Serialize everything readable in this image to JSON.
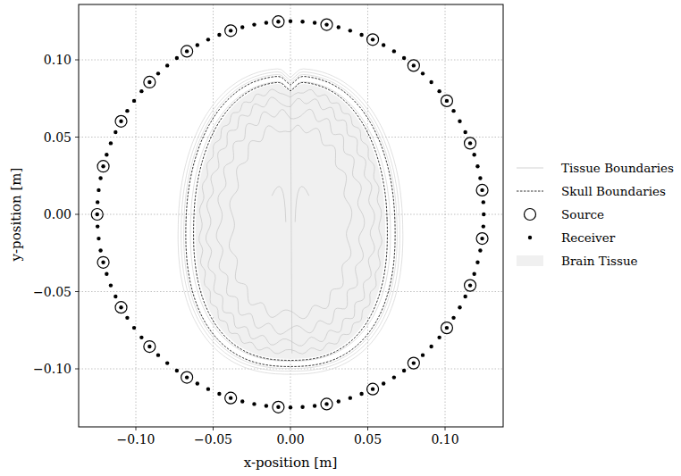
{
  "diagram": {
    "labels": [
      "0.10",
      "0.05",
      "0.00",
      "−0.05",
      "−0.10",
      "−0.10",
      "−0.05",
      "0.00",
      "0.05",
      "0.10",
      "x-position [m]",
      "y-position [m]"
    ],
    "legend": [
      {
        "text": "Tissue Boundaries"
      },
      {
        "text": "Skull Boundaries"
      },
      {
        "text": "Source"
      },
      {
        "text": "Receiver"
      },
      {
        "text": "Brain Tissue",
        "color": "#f0f0f0"
      }
    ]
  }
}
